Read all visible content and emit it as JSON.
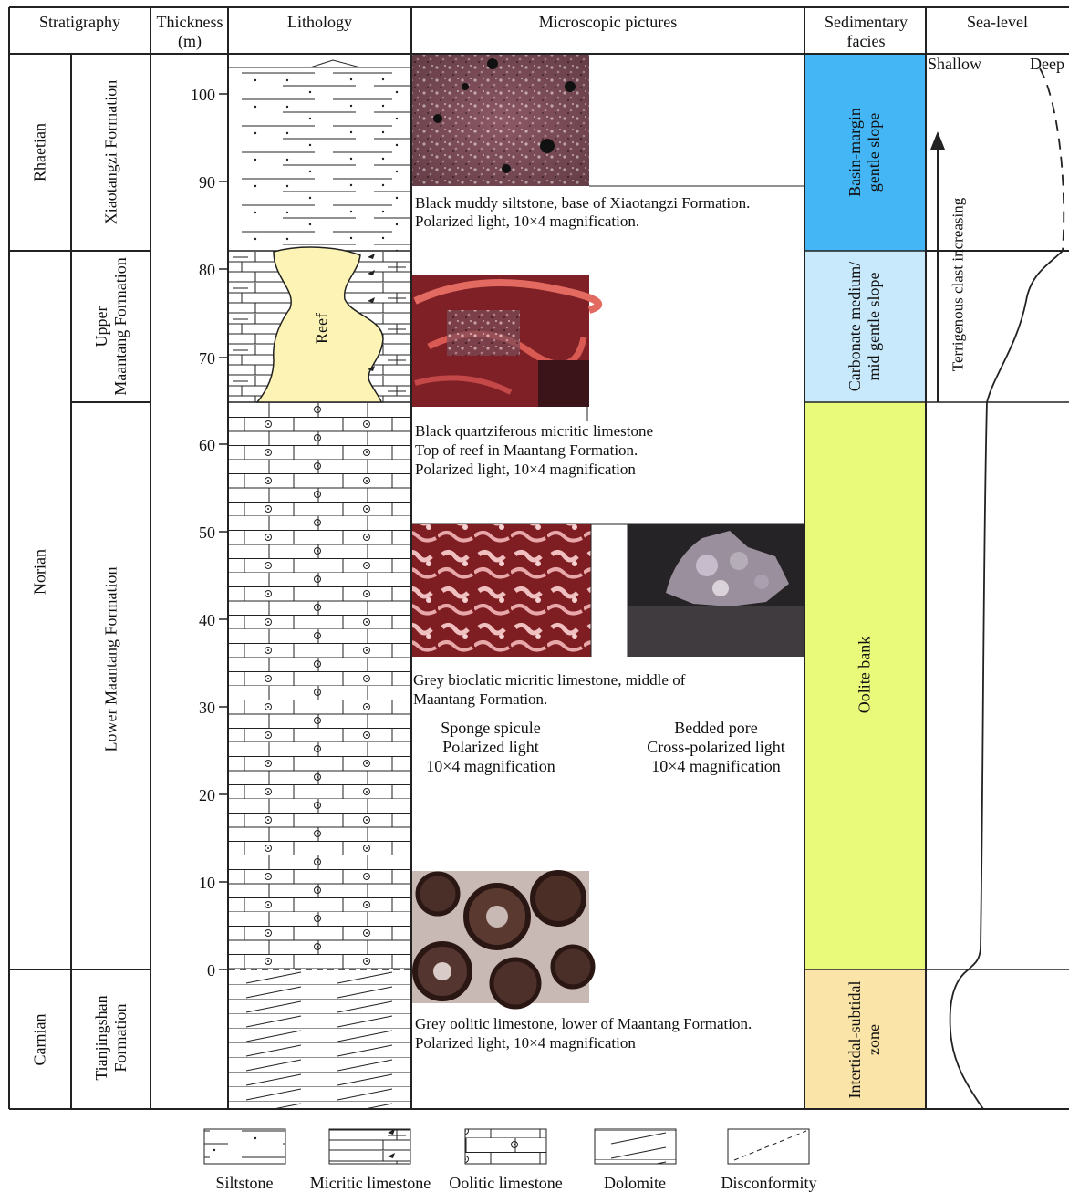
{
  "headers": {
    "stratigraphy": "Stratigraphy",
    "thickness": "Thickness (m)",
    "lithology": "Lithology",
    "microscopic": "Microscopic pictures",
    "facies": "Sedimentary facies",
    "sea_level": "Sea-level"
  },
  "stages": {
    "rhaetian": "Rhaetian",
    "norian": "Norian",
    "carnian": "Carnian"
  },
  "formations": {
    "xiaotangzi": "Xiaotangzi Formation",
    "upper_maantang_1": "Upper",
    "upper_maantang_2": "Maantang Formation",
    "lower_maantang": "Lower Maantang Formation",
    "tianjingshan_1": "Tianjingshan",
    "tianjingshan_2": "Formation"
  },
  "thickness_ticks": [
    "100",
    "90",
    "80",
    "70",
    "60",
    "50",
    "40",
    "30",
    "20",
    "10",
    "0"
  ],
  "reef_label": "Reef",
  "captions": {
    "c1_line1": "Black muddy siltstone, base of Xiaotangzi Formation.",
    "c1_line2": "Polarized light, 10×4 magnification.",
    "c2_line1": "Black quartziferous micritic limestone",
    "c2_line2": "Top of reef in Maantang Formation.",
    "c2_line3": "Polarized light, 10×4 magnification",
    "c3_line1": "Grey bioclatic micritic limestone, middle of",
    "c3_line2": "Maantang Formation.",
    "c3a_line1": "Sponge spicule",
    "c3a_line2": "Polarized light",
    "c3a_line3": "10×4 magnification",
    "c3b_line1": "Bedded pore",
    "c3b_line2": "Cross-polarized light",
    "c3b_line3": "10×4 magnification",
    "c4_line1": "Grey oolitic limestone, lower of  Maantang Formation.",
    "c4_line2": "Polarized light, 10×4 magnification"
  },
  "facies": {
    "basin_1": "Basin-margin",
    "basin_2": "gentle slope",
    "carbonate_1": "Carbonate medium/",
    "carbonate_2": "mid gentle slope",
    "oolite": "Oolite bank",
    "intertidal_1": "Intertidal-subtidal",
    "intertidal_2": "zone"
  },
  "sea_level": {
    "shallow": "Shallow",
    "deep": "Deep",
    "arrow_label": "Terrigenous clast increasing"
  },
  "legend": {
    "siltstone": "Siltstone",
    "micritic": "Micritic limestone",
    "oolitic": "Oolitic limestone",
    "dolomite": "Dolomite",
    "disconformity": "Disconformity"
  },
  "colors": {
    "basin_margin": "#45b6f5",
    "carbonate_slope": "#c8e9fb",
    "oolite_bank": "#e9fa7a",
    "intertidal": "#fbe4a8",
    "reef": "#fcf3b4",
    "photo_red": "#8a2024",
    "photo_dark": "#2b1a1c"
  }
}
